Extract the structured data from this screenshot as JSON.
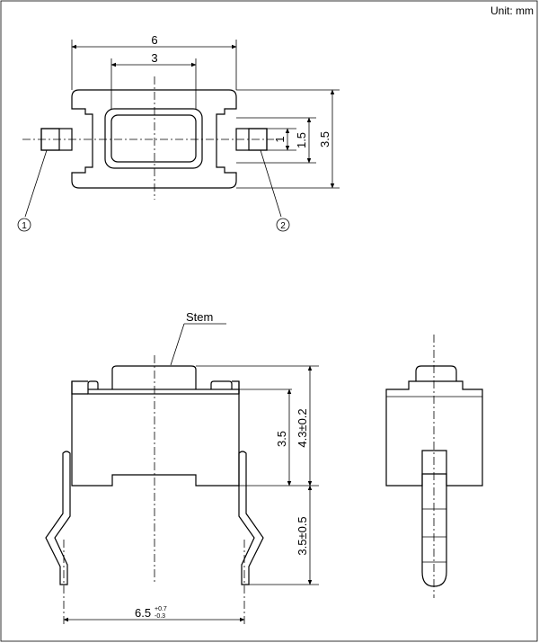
{
  "unit_label": "Unit: mm",
  "stem_label": "Stem",
  "callouts": {
    "terminal_1": "1",
    "terminal_2": "2"
  },
  "top_view": {
    "width_total": "6",
    "width_inner": "3",
    "height_pad": "1",
    "height_inner": "1.5",
    "height_total": "3.5"
  },
  "front_view": {
    "body_height": "3.5",
    "stem_height": "4.3±0.2",
    "lead_length": "3.5±0.5",
    "pitch_main": "6.5",
    "pitch_tol_plus": "+0.7",
    "pitch_tol_minus": "-0.3"
  }
}
